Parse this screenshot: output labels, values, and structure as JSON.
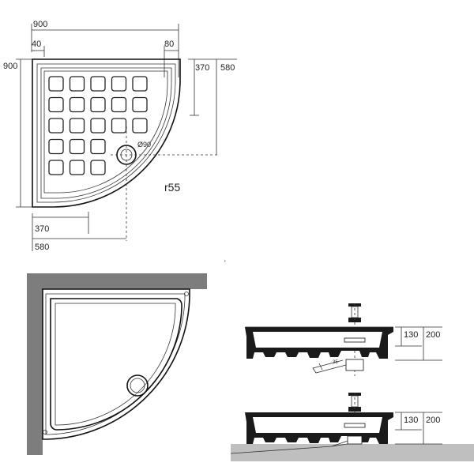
{
  "top_view": {
    "dims": {
      "width_total": "900",
      "left_margin": "40",
      "right_margin": "80",
      "height_total": "900",
      "drain_offset_y": "370",
      "drain_center_y": "580",
      "drain_offset_x": "370",
      "drain_center_x": "580",
      "drain_diameter": "Ø90",
      "radius": "r55"
    },
    "pad_rows": [
      5,
      5,
      5,
      3,
      3
    ]
  },
  "side_view": {
    "mark": "'"
  },
  "sections": {
    "upper": {
      "inner_height": "130",
      "total_height": "200",
      "pipe_label": "35"
    },
    "lower": {
      "inner_height": "130",
      "total_height": "200"
    }
  },
  "colors": {
    "wall": "#7d7d7d",
    "floor": "#bfbfbf",
    "tray_body": "#1a1a1a"
  }
}
